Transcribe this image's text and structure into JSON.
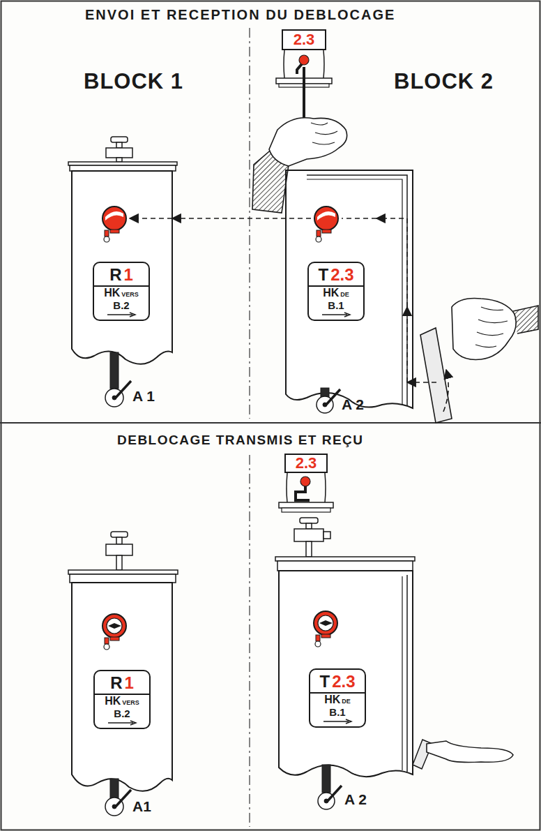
{
  "diagram": {
    "title": "ENVOI ET RECEPTION DU DEBLOCAGE",
    "nodes": [
      {
        "text": [
          "2.3"
        ]
      },
      {
        "text": [
          "BLOCK 1"
        ]
      },
      {
        "text": [
          "R",
          "1",
          "HK",
          "VERS",
          "B.2"
        ],
        "in": 1
      },
      {
        "text": [
          "BLOCK 2"
        ]
      },
      {
        "text": [
          "T",
          "2.3",
          "HK",
          "DE",
          "B.1"
        ],
        "in": 3
      },
      {
        "text": [
          "2.3"
        ]
      },
      {
        "text": [
          "R",
          "1",
          "HK",
          "VERS",
          "B.2"
        ]
      },
      {
        "text": [
          "T",
          "2.3",
          "HK",
          "DE",
          "B.1"
        ]
      }
    ],
    "edges": [
      {
        "from": 3,
        "to": 1,
        "arrow": "to"
      }
    ],
    "labels": [
      "A 1",
      "A 2",
      "DEBLOCAGE TRANSMIS ET REÇU",
      "A1",
      "A 2"
    ]
  }
}
